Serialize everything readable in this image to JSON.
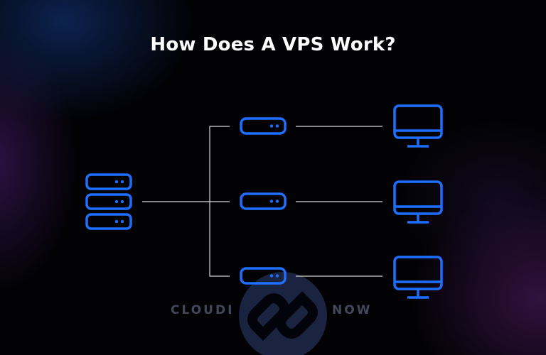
{
  "title": "How Does A VPS Work?",
  "colors": {
    "accent": "#1e6fff",
    "connector": "#d9d9d9",
    "background": "#000000"
  },
  "diagram": {
    "main_server_icon": "server-stack-icon",
    "virtual_server_icon": "server-icon",
    "client_icon": "monitor-icon",
    "virtual_server_count": 3,
    "client_count": 3
  },
  "watermark": {
    "left_text": "CLOUDI",
    "right_text": "NOW"
  }
}
